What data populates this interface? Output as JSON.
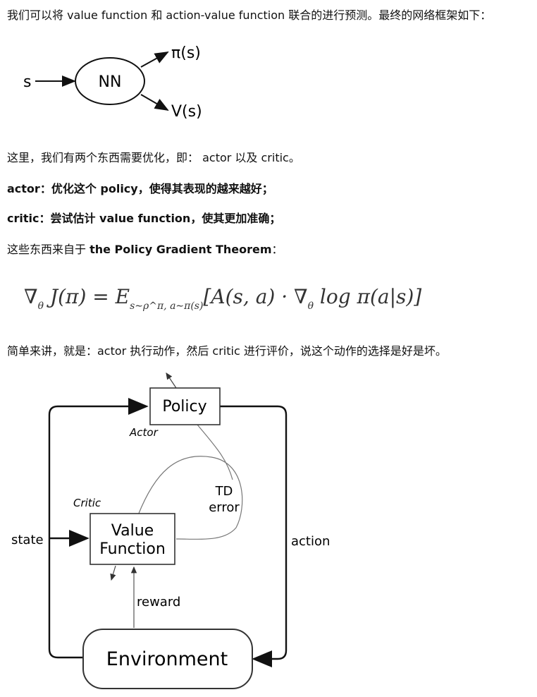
{
  "intro": "我们可以将 value function 和 action-value function 联合的进行预测。最终的网络框架如下：",
  "nn_diagram": {
    "input": "s",
    "node": "NN",
    "out1": "π(s)",
    "out2": "V(s)"
  },
  "para_optimize": "这里，我们有两个东西需要优化，即： actor 以及 critic。",
  "actor_line": "actor：优化这个 policy，使得其表现的越来越好；",
  "critic_line": "critic：尝试估计 value function，使其更加准确；",
  "source_prefix": "这些东西来自于 ",
  "source_bold": "the Policy Gradient Theorem",
  "source_suffix": "：",
  "formula": {
    "nabla_theta": "∇",
    "theta": "θ",
    "J_pi": "J(π) = E",
    "subscript": "s∼ρ^π, a∼π(s)",
    "body": "[A(s, a) · ∇",
    "theta2": "θ",
    "tail": " log π(a|s)]"
  },
  "summary": "简单来讲，就是：actor 执行动作，然后 critic 进行评价，说这个动作的选择是好是坏。",
  "ac_diagram": {
    "policy": "Policy",
    "actor": "Actor",
    "critic": "Critic",
    "value_line1": "Value",
    "value_line2": "Function",
    "td_line1": "TD",
    "td_line2": "error",
    "state": "state",
    "action": "action",
    "reward": "reward",
    "environment": "Environment"
  }
}
